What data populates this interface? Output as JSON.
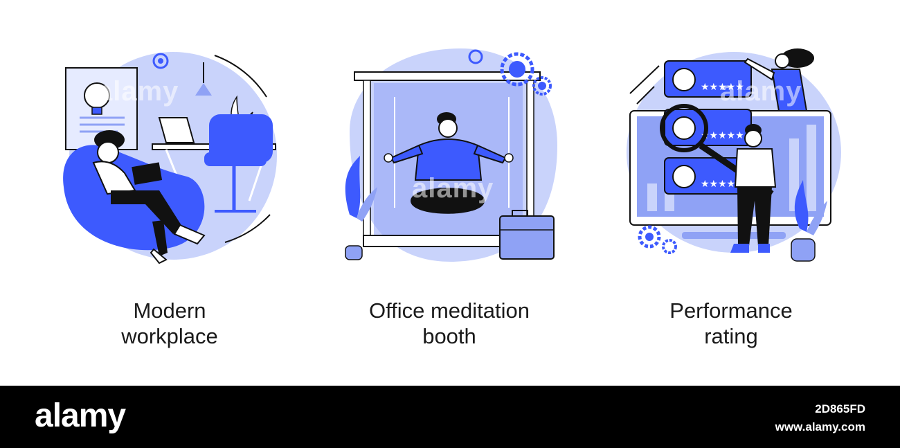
{
  "panels": [
    {
      "line1": "Modern",
      "line2": "workplace"
    },
    {
      "line1": "Office meditation",
      "line2": "booth"
    },
    {
      "line1": "Performance",
      "line2": "rating"
    }
  ],
  "watermark": "alamy",
  "footer": {
    "logo": "alamy",
    "image_id": "2D865FD",
    "url": "www.alamy.com"
  },
  "colors": {
    "accent": "#3d5afe",
    "light_blue": "#c9d3fb",
    "mid_blue": "#8fa2f5",
    "dark": "#111111"
  },
  "icons": [
    "lightbulb-icon",
    "gear-icon",
    "laptop-icon",
    "plant-icon",
    "briefcase-icon",
    "star-icon",
    "magnifier-icon",
    "avatar-icon"
  ]
}
